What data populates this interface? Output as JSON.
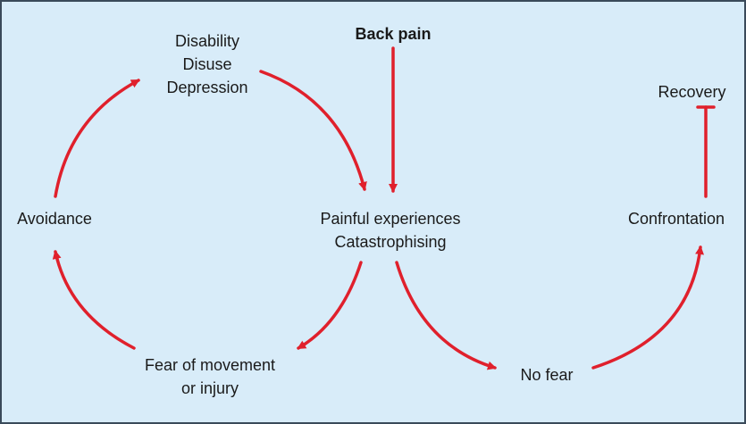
{
  "nodes": {
    "back_pain": "Back pain",
    "disability_lines": [
      "Disability",
      "Disuse",
      "Depression"
    ],
    "painful_lines": [
      "Painful experiences",
      "Catastrophising"
    ],
    "avoidance": "Avoidance",
    "fear_lines": [
      "Fear of movement",
      "or injury"
    ],
    "no_fear": "No fear",
    "confrontation": "Confrontation",
    "recovery": "Recovery"
  },
  "colors": {
    "background": "#d8ecf9",
    "arrow": "#e0202c",
    "text": "#1a1a1a"
  }
}
